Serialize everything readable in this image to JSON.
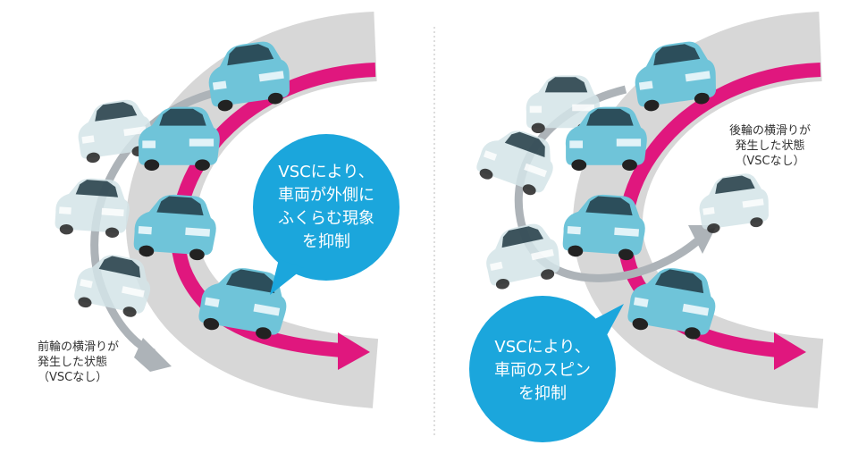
{
  "colors": {
    "road": "#d7d7d7",
    "path": "#e0177e",
    "skid_arrow": "#adb3b8",
    "bubble": "#1ba6dc",
    "car_body": "#6fc4d9",
    "car_ghost": "#d4e4e8",
    "divider": "#bbbbbb"
  },
  "left": {
    "note_lines": [
      "前輪の横滑りが",
      "発生した状態",
      "（VSCなし）"
    ],
    "bubble_lines": [
      "VSCにより、",
      "車両が外側に",
      "ふくらむ現象",
      "を抑制"
    ]
  },
  "right": {
    "note_lines": [
      "後輪の横滑りが",
      "発生した状態",
      "（VSCなし）"
    ],
    "bubble_lines": [
      "VSCにより、",
      "車両のスピン",
      "を抑制"
    ]
  },
  "icons": [
    "car-icon",
    "curved-arrow-icon"
  ]
}
